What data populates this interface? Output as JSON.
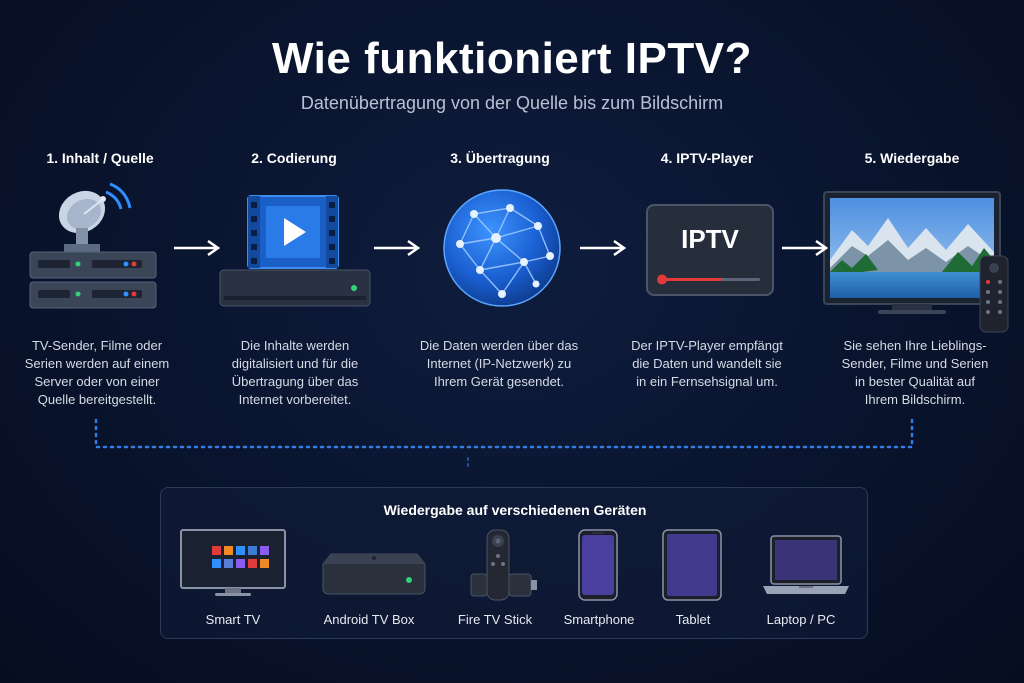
{
  "header": {
    "title": "Wie funktioniert IPTV?",
    "subtitle": "Datenübertragung von der Quelle bis zum Bildschirm"
  },
  "steps": [
    {
      "title": "1. Inhalt / Quelle",
      "lines": [
        "TV-Sender, Filme oder",
        "Serien werden auf einem",
        "Server oder von einer",
        "Quelle bereitgestellt."
      ],
      "icon": "satellite-server-icon"
    },
    {
      "title": "2. Codierung",
      "lines": [
        "Die Inhalte werden",
        "digitalisiert und für die",
        "Übertragung über das",
        "Internet vorbereitet."
      ],
      "icon": "video-encoder-icon"
    },
    {
      "title": "3. Übertragung",
      "lines": [
        "Die Daten werden über das",
        "Internet (IP-Netzwerk) zu",
        "Ihrem Gerät gesendet."
      ],
      "icon": "globe-network-icon"
    },
    {
      "title": "4. IPTV-Player",
      "lines": [
        "Der IPTV-Player empfängt",
        "die Daten und wandelt sie",
        "in ein Fernsehsignal um."
      ],
      "icon": "iptv-player-icon",
      "screen_text": "IPTV"
    },
    {
      "title": "5. Wiedergabe",
      "lines": [
        "Sie sehen Ihre Lieblings-",
        "Sender, Filme und Serien",
        "in bester Qualität auf",
        "Ihrem Bildschirm."
      ],
      "icon": "tv-landscape-icon"
    }
  ],
  "devices": {
    "title": "Wiedergabe auf verschiedenen Geräten",
    "items": [
      {
        "label": "Smart TV",
        "icon": "smart-tv-icon"
      },
      {
        "label": "Android TV Box",
        "icon": "android-tv-box-icon"
      },
      {
        "label": "Fire TV Stick",
        "icon": "fire-tv-stick-icon"
      },
      {
        "label": "Smartphone",
        "icon": "smartphone-icon"
      },
      {
        "label": "Tablet",
        "icon": "tablet-icon"
      },
      {
        "label": "Laptop / PC",
        "icon": "laptop-icon"
      }
    ]
  },
  "colors": {
    "background": "#0a1530",
    "accent_blue": "#2f7fe6",
    "progress_red": "#e23a3a",
    "text_muted": "#b9c2d4"
  }
}
